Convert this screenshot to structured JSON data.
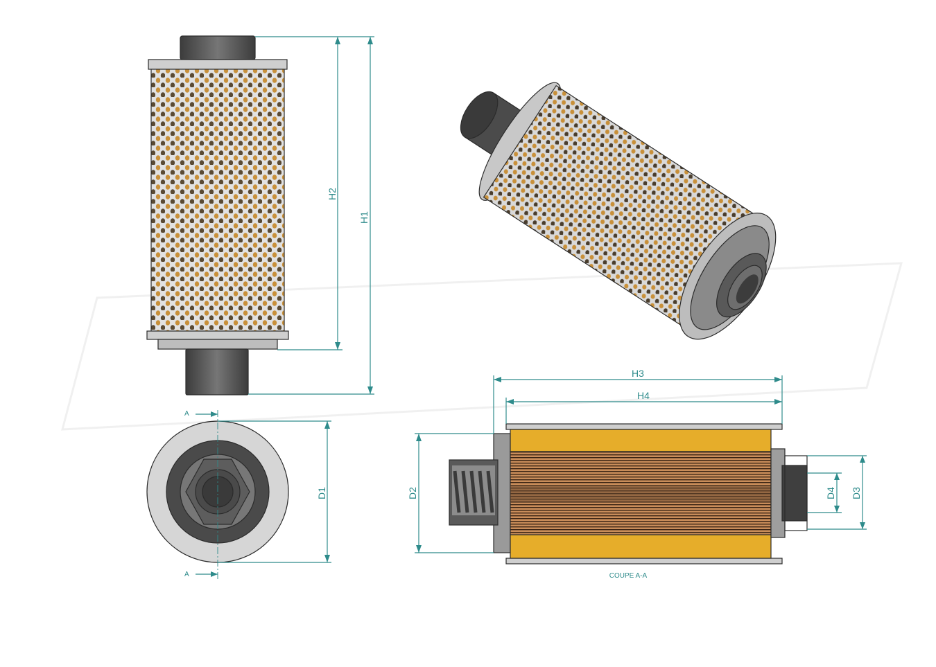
{
  "dimensions": {
    "h1": "H1",
    "h2": "H2",
    "h3": "H3",
    "h4": "H4",
    "d1": "D1",
    "d2": "D2",
    "d3": "D3",
    "d4": "D4"
  },
  "section": {
    "marker_top": "A",
    "marker_bottom": "A",
    "caption": "COUPE A-A"
  },
  "colors": {
    "dimension": "#2e8b8b",
    "filter_media": "#e6ad2a",
    "metal": "#bdbdbd",
    "dark_metal": "#4d4d4d"
  }
}
